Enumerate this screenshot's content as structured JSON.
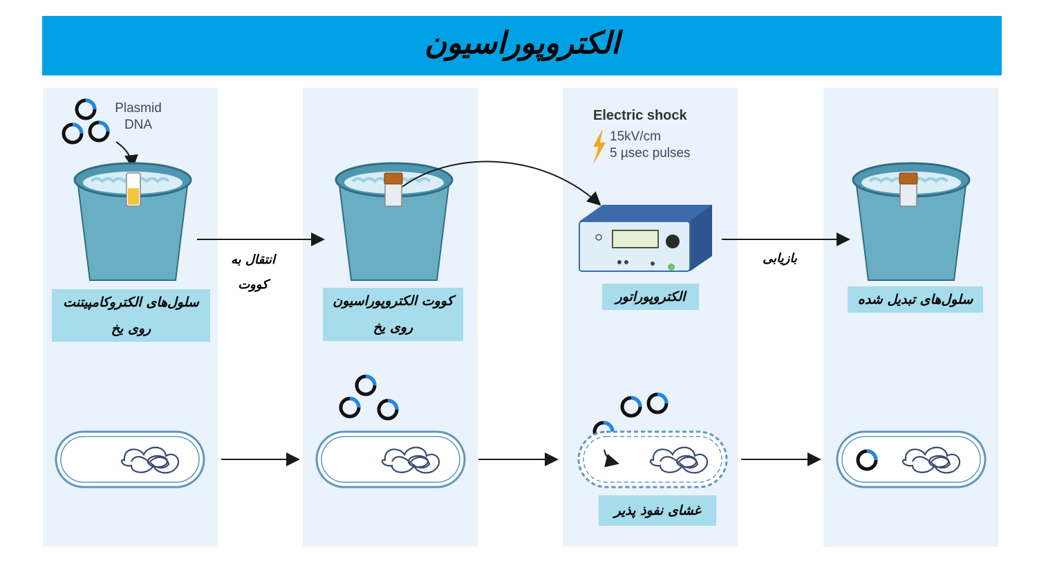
{
  "title": "الکتروپوراسیون",
  "plasmid_label_line1": "Plasmid",
  "plasmid_label_line2": "DNA",
  "shock": {
    "heading": "Electric shock",
    "line1": "15kV/cm",
    "line2": "5 µsec pulses"
  },
  "steps": [
    {
      "line1": "سلول‌های الکتروکامپیتنت",
      "line2": "روی یخ"
    },
    {
      "line1": "کووت الکتروپوراسیون",
      "line2": "روی یخ"
    },
    {
      "line1": "الکتروپوراتور"
    },
    {
      "line1": "سلول‌های تبدیل شده"
    }
  ],
  "arrow_labels": {
    "transfer_line1": "انتقال به",
    "transfer_line2": "کووت",
    "recovery": "بازیابی"
  },
  "membrane_label": "غشای نفوذ پذیر",
  "colors": {
    "banner": "#00a1e4",
    "panel": "#eaf2fb",
    "label_box": "#a6dcec",
    "plasmid_accent": "#1e88e5",
    "bucket": "#6aaec4",
    "device_body": "#3d6aa8"
  }
}
